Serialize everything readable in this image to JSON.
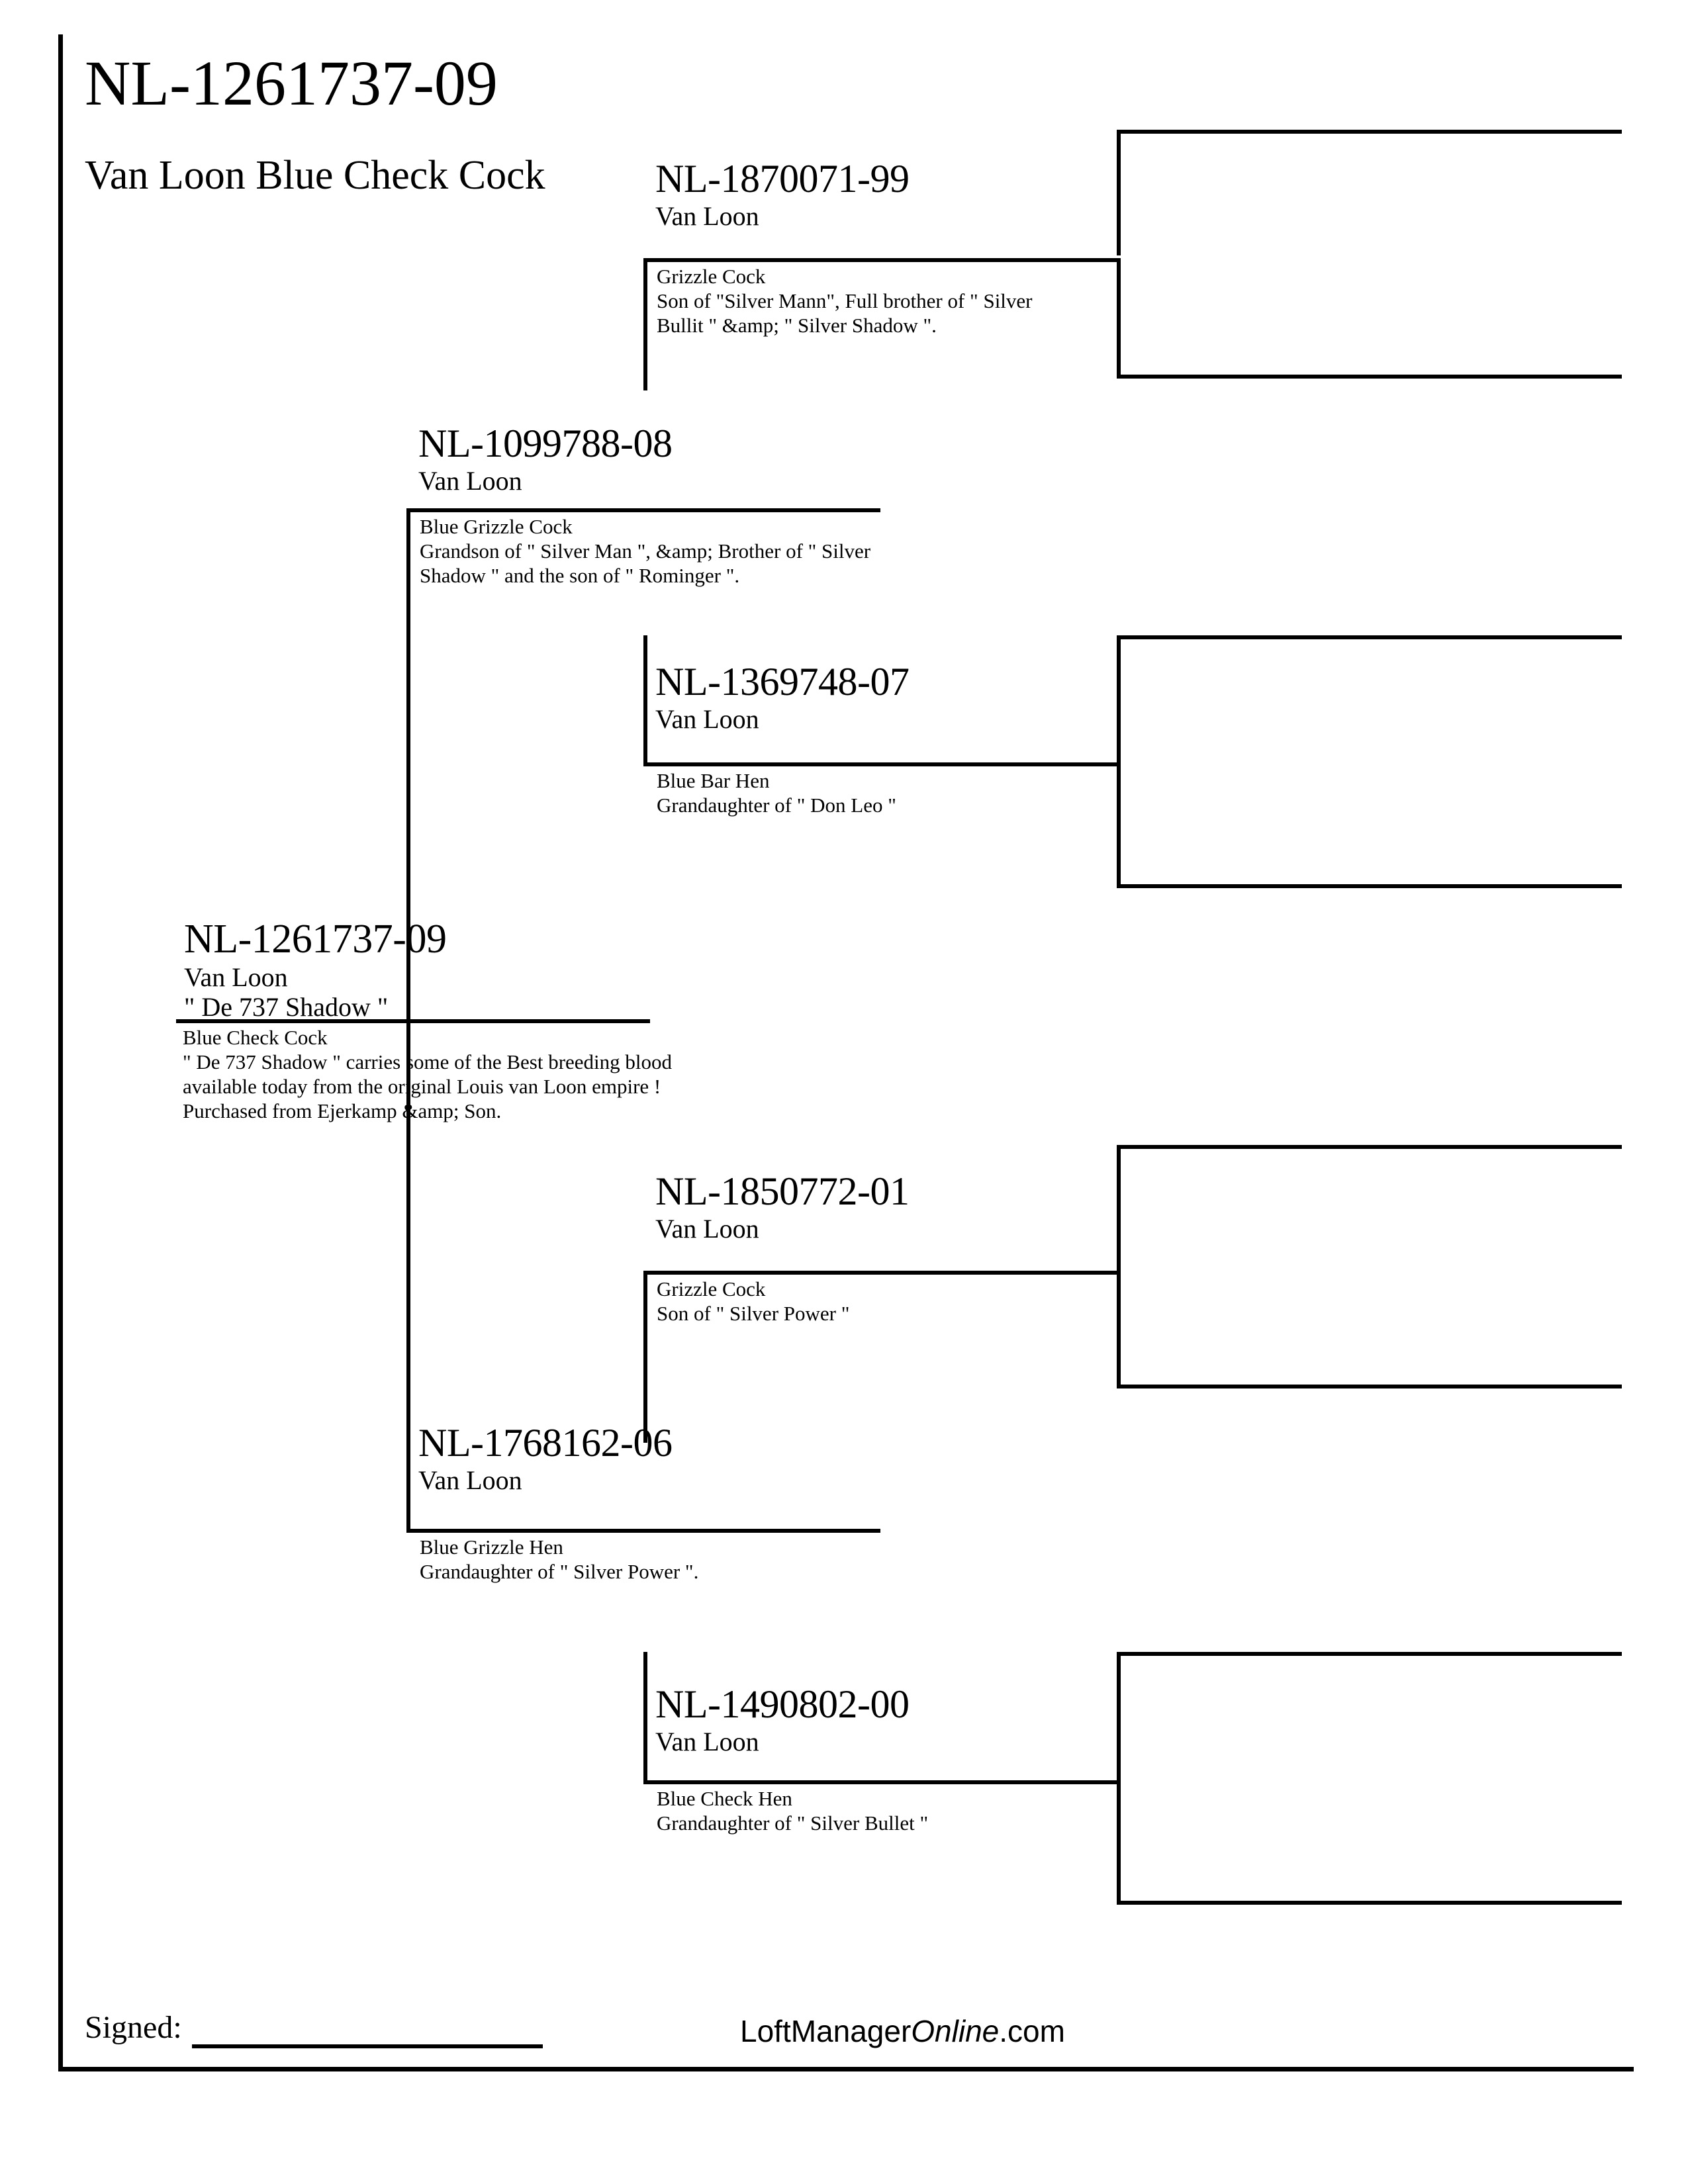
{
  "document": {
    "title": "NL-1261737-09",
    "subtitle": "Van Loon Blue Check Cock",
    "signed_label": "Signed:",
    "brand_prefix": "LoftManager",
    "brand_italic": "Online",
    "brand_suffix": ".com"
  },
  "subject": {
    "ring": "NL-1261737-09",
    "strain": "Van Loon",
    "nickname": "\" De 737 Shadow \"",
    "color_sex": "Blue Check Cock",
    "notes": "\" De 737 Shadow \" carries some of the Best breeding blood\navailable today from the original Louis van Loon empire !\nPurchased from Ejerkamp &amp; Son."
  },
  "sire": {
    "ring": "NL-1099788-08",
    "strain": "Van Loon",
    "color_sex": "Blue Grizzle Cock",
    "notes": "Grandson of \" Silver Man \", &amp; Brother of \" Silver\nShadow \" and the son of \" Rominger \"."
  },
  "dam": {
    "ring": "NL-1768162-06",
    "strain": "Van Loon",
    "color_sex": "Blue Grizzle Hen",
    "notes": "Grandaughter of \" Silver Power \"."
  },
  "sire_sire": {
    "ring": "NL-1870071-99",
    "strain": "Van Loon",
    "color_sex": "Grizzle Cock",
    "notes": "Son of \"Silver Mann\", Full brother of \" Silver\nBullit \" &amp; \" Silver Shadow \"."
  },
  "sire_dam": {
    "ring": "NL-1369748-07",
    "strain": "Van Loon",
    "color_sex": "Blue Bar Hen",
    "notes": "Grandaughter of \" Don Leo \""
  },
  "dam_sire": {
    "ring": "NL-1850772-01",
    "strain": "Van Loon",
    "color_sex": "Grizzle Cock",
    "notes": "Son of \" Silver Power \""
  },
  "dam_dam": {
    "ring": "NL-1490802-00",
    "strain": "Van Loon",
    "color_sex": "Blue Check Hen",
    "notes": "Grandaughter of \" Silver Bullet \""
  },
  "great_grandparents": {
    "gg1": {
      "ring": "",
      "strain": "",
      "color_sex": "",
      "notes": ""
    },
    "gg2": {
      "ring": "",
      "strain": "",
      "color_sex": "",
      "notes": ""
    },
    "gg3": {
      "ring": "",
      "strain": "",
      "color_sex": "",
      "notes": ""
    },
    "gg4": {
      "ring": "",
      "strain": "",
      "color_sex": "",
      "notes": ""
    },
    "gg5": {
      "ring": "",
      "strain": "",
      "color_sex": "",
      "notes": ""
    },
    "gg6": {
      "ring": "",
      "strain": "",
      "color_sex": "",
      "notes": ""
    },
    "gg7": {
      "ring": "",
      "strain": "",
      "color_sex": "",
      "notes": ""
    },
    "gg8": {
      "ring": "",
      "strain": "",
      "color_sex": "",
      "notes": ""
    }
  },
  "colors": {
    "ink": "#000000",
    "paper": "#ffffff"
  }
}
